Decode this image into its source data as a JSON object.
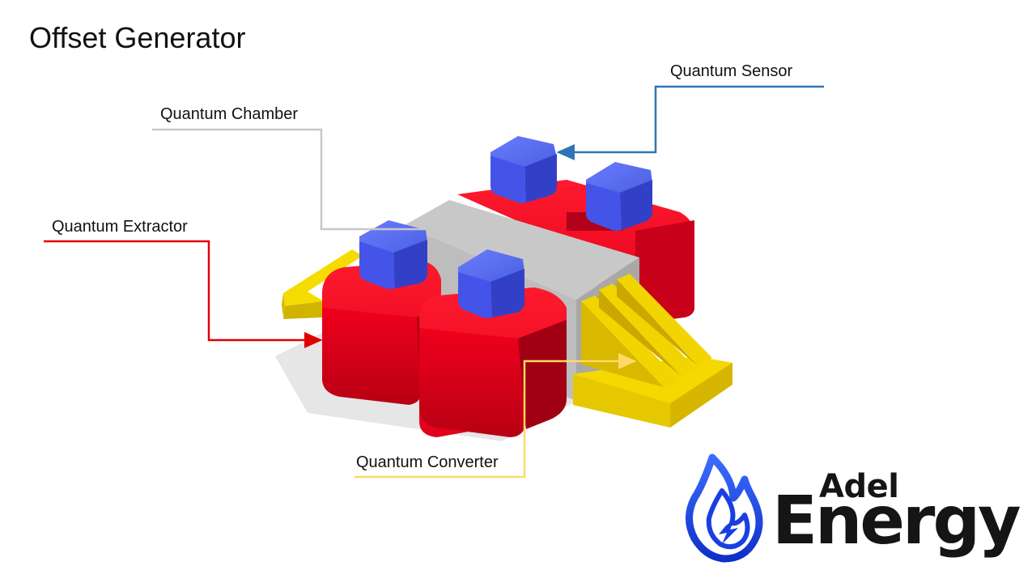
{
  "slide": {
    "title": "Offset Generator"
  },
  "labels": {
    "sensor": "Quantum Sensor",
    "chamber": "Quantum Chamber",
    "extractor": "Quantum Extractor",
    "converter": "Quantum Converter"
  },
  "logo": {
    "brand_top": "Adel",
    "brand_bottom": "Energy",
    "icon": "flame-lightning-icon"
  },
  "colors": {
    "sensor_leader": "#2e75b6",
    "chamber_leader": "#c8c8c8",
    "extractor_leader": "#e00000",
    "converter_leader": "#ffd966",
    "extractor_body": "#e8001c",
    "sensor_cube": "#4a5fe0",
    "chamber_body": "#b8b8b8",
    "converter_body": "#f0d000",
    "logo_flame": "#1a3fe0"
  }
}
